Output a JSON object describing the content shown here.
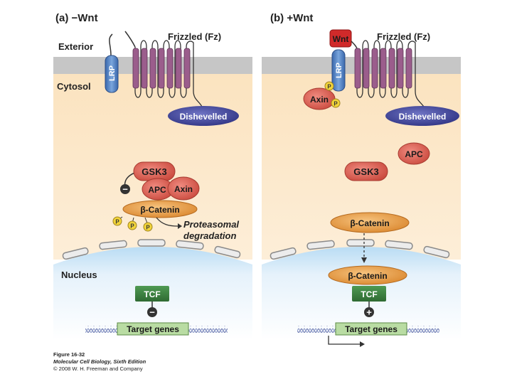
{
  "panels": {
    "a": {
      "title": "(a) −Wnt",
      "exterior": "Exterior",
      "cytosol": "Cytosol",
      "nucleus": "Nucleus",
      "lrp": "LRP",
      "frizzled": "Frizzled (Fz)",
      "dishevelled": "Dishevelled",
      "gsk3": "GSK3",
      "apc": "APC",
      "axin": "Axin",
      "beta_catenin": "β-Catenin",
      "phospho": "P",
      "proteasomal_1": "Proteasomal",
      "proteasomal_2": "degradation",
      "tcf": "TCF",
      "target_genes": "Target genes",
      "inhibit_sign": "−"
    },
    "b": {
      "title": "(b) +Wnt",
      "wnt": "Wnt",
      "lrp": "LRP",
      "frizzled": "Frizzled (Fz)",
      "axin": "Axin",
      "phospho": "P",
      "dishevelled": "Dishevelled",
      "apc": "APC",
      "gsk3": "GSK3",
      "beta_catenin_cyto": "β-Catenin",
      "beta_catenin_nuc": "β-Catenin",
      "tcf": "TCF",
      "target_genes": "Target genes",
      "activate_sign": "+"
    }
  },
  "caption": {
    "figure": "Figure 16-32",
    "book": "Molecular Cell Biology, Sixth Edition",
    "copyright": "© 2008 W. H. Freeman and Company"
  },
  "colors": {
    "exterior": "#ffffff",
    "membrane": "#c8c8c8",
    "cytosol": "#fde7c4",
    "nucleus": "#cfe6f7",
    "receptor": "#9b5d8c",
    "lrp": "#4a7bc0",
    "dishevelled": "#3b3f8f",
    "red_protein": "#d9574a",
    "catenin": "#e59a3c",
    "phospho": "#f2d43a",
    "tcf": "#3a7d3e",
    "gene_box": "#b9dca3",
    "wnt": "#d02a2a"
  }
}
